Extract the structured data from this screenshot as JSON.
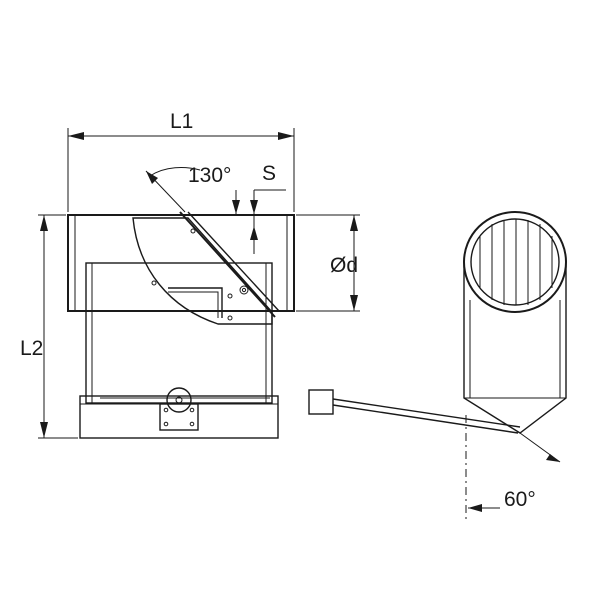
{
  "labels": {
    "length_l1": "L1",
    "length_l2": "L2",
    "angle_blade": "130°",
    "thickness": "S",
    "diameter": "Ød",
    "angle_actuator": "60°"
  },
  "colors": {
    "line": "#1a1a1a",
    "background": "#ffffff"
  }
}
